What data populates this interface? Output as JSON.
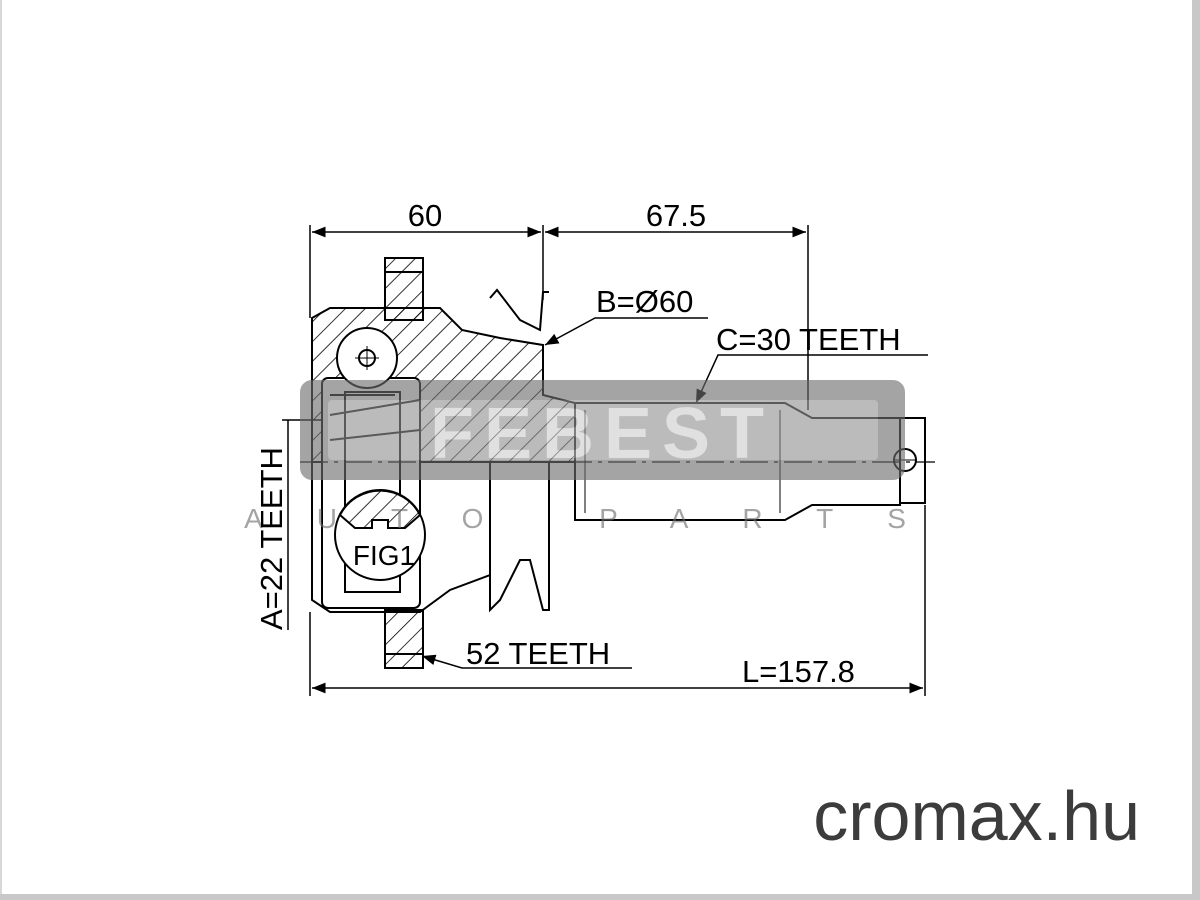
{
  "drawing": {
    "dimension_left": "60",
    "dimension_right": "67.5",
    "bearing_diameter": "B=Ø60",
    "shaft_spline": "C=30 TEETH",
    "inner_spline": "A=22 TEETH",
    "abs_ring": "52 TEETH",
    "total_length": "L=157.8",
    "figure_label": "FIG1"
  },
  "watermark": {
    "brand": "FEBEST",
    "tagline": "AUTO PARTS",
    "site": "cromax.hu"
  },
  "colors": {
    "line": "#000000",
    "watermark": "#6e6e6e",
    "frame_shadow": "#c8c8c8",
    "site_text": "#3c3c3c"
  }
}
